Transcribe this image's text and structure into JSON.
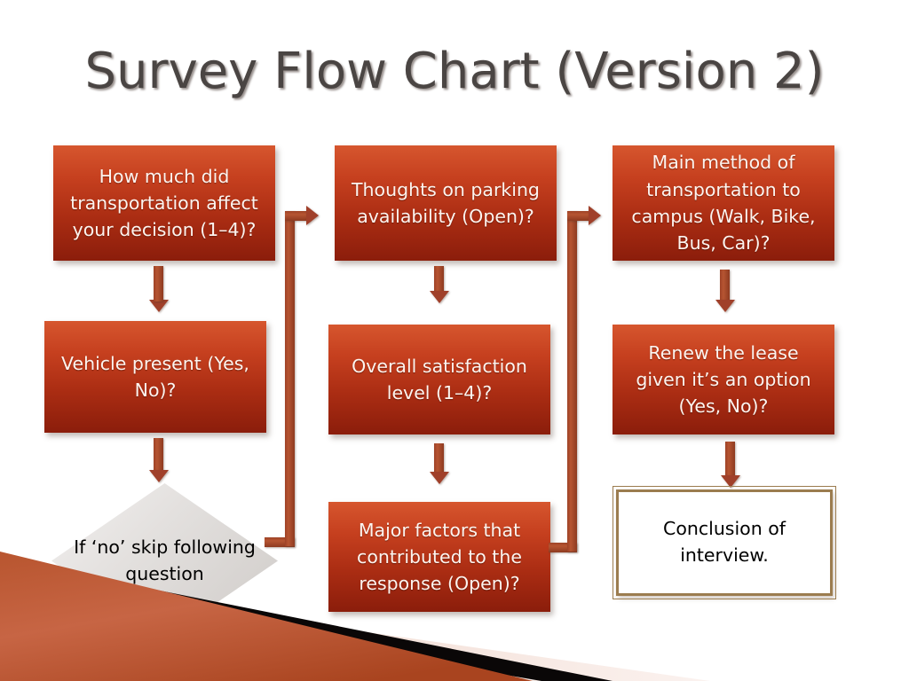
{
  "slide": {
    "title": "Survey Flow Chart (Version 2)",
    "background_color": "#ffffff",
    "title_color": "#4a4543"
  },
  "theme": {
    "node_fill_top": "#d6562e",
    "node_fill_bottom": "#8b1d0b",
    "node_text_color": "#fdf4ef",
    "connector_color": "#a0402a",
    "diamond_fill": "#e3e0de",
    "diamond_text_color": "#000000",
    "terminator_border": "#9b7c4f",
    "terminator_fill": "#ffffff",
    "deco_orange": "#c05a34",
    "deco_black": "#000000",
    "deco_pink": "#f2ded6"
  },
  "chart_data": {
    "type": "diagram",
    "title": "Survey Flow Chart (Version 2)",
    "columns": 3,
    "nodes": [
      {
        "id": "q1",
        "shape": "process",
        "column": 1,
        "row": 1,
        "text": "How much did transportation affect your decision (1–4)?"
      },
      {
        "id": "q2",
        "shape": "process",
        "column": 1,
        "row": 2,
        "text": "Vehicle present (Yes, No)?"
      },
      {
        "id": "d1",
        "shape": "decision",
        "column": 1,
        "row": 3,
        "text": "If ‘no’ skip following question"
      },
      {
        "id": "q3",
        "shape": "process",
        "column": 2,
        "row": 1,
        "text": "Thoughts on parking availability (Open)?"
      },
      {
        "id": "q4",
        "shape": "process",
        "column": 2,
        "row": 2,
        "text": "Overall satisfaction level (1–4)?"
      },
      {
        "id": "q5",
        "shape": "process",
        "column": 2,
        "row": 3,
        "text": "Major factors that contributed to the response (Open)?"
      },
      {
        "id": "q6",
        "shape": "process",
        "column": 3,
        "row": 1,
        "text": "Main method of transportation to campus (Walk, Bike, Bus, Car)?"
      },
      {
        "id": "q7",
        "shape": "process",
        "column": 3,
        "row": 2,
        "text": "Renew the lease given it’s an option (Yes, No)?"
      },
      {
        "id": "end",
        "shape": "terminator",
        "column": 3,
        "row": 3,
        "text": "Conclusion of interview."
      }
    ],
    "edges": [
      {
        "from": "q1",
        "to": "q2",
        "style": "straight-down"
      },
      {
        "from": "q2",
        "to": "d1",
        "style": "straight-down"
      },
      {
        "from": "d1",
        "to": "q3",
        "style": "elbow-right-up"
      },
      {
        "from": "q3",
        "to": "q4",
        "style": "straight-down"
      },
      {
        "from": "q4",
        "to": "q5",
        "style": "straight-down"
      },
      {
        "from": "q5",
        "to": "q6",
        "style": "elbow-right-up"
      },
      {
        "from": "q6",
        "to": "q7",
        "style": "straight-down"
      },
      {
        "from": "q7",
        "to": "end",
        "style": "straight-down"
      }
    ]
  },
  "nodes": {
    "q1": "How much did transportation affect your decision (1–4)?",
    "q2": "Vehicle present (Yes, No)?",
    "d1": "If ‘no’ skip following question",
    "q3": "Thoughts on parking availability (Open)?",
    "q4": "Overall satisfaction level (1–4)?",
    "q5": "Major factors that contributed to the response (Open)?",
    "q6": "Main method of transportation to campus (Walk, Bike, Bus, Car)?",
    "q7": "Renew the lease given it’s an option (Yes, No)?",
    "end": "Conclusion of interview."
  }
}
